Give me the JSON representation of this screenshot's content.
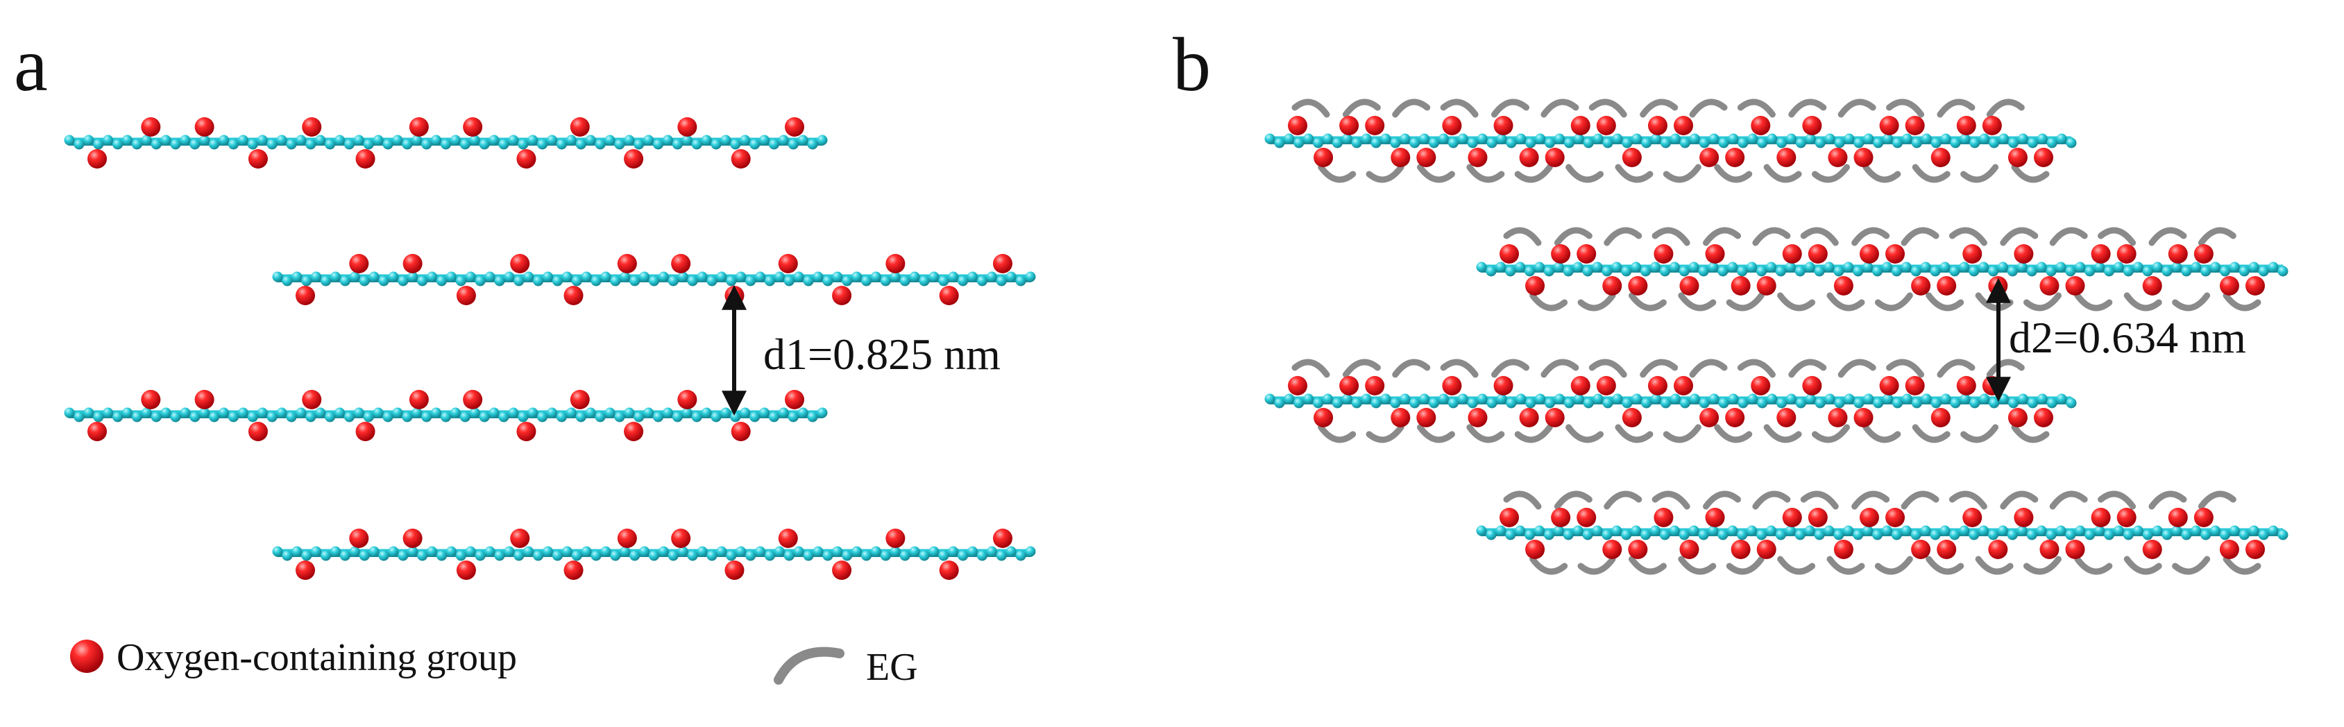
{
  "panels": [
    {
      "label": "a",
      "distance_label": "d1=0.825 nm",
      "sheets": [
        {
          "offset": "left",
          "has_eg": false
        },
        {
          "offset": "right",
          "has_eg": false
        },
        {
          "offset": "left",
          "has_eg": false
        },
        {
          "offset": "right",
          "has_eg": false
        }
      ]
    },
    {
      "label": "b",
      "distance_label": "d2=0.634 nm",
      "sheets": [
        {
          "offset": "left",
          "has_eg": true
        },
        {
          "offset": "right",
          "has_eg": true
        },
        {
          "offset": "left",
          "has_eg": true
        },
        {
          "offset": "right",
          "has_eg": true
        }
      ]
    }
  ],
  "legend": {
    "oxygen_label": "Oxygen-containing group",
    "eg_label": "EG"
  },
  "colors": {
    "carbon": "#27c8d6",
    "carbon_dark": "#1a8f9a",
    "oxygen": "#e8141b",
    "oxygen_highlight": "#ff9a9a",
    "eg": "#8a8a8a",
    "arrow": "#111111"
  }
}
